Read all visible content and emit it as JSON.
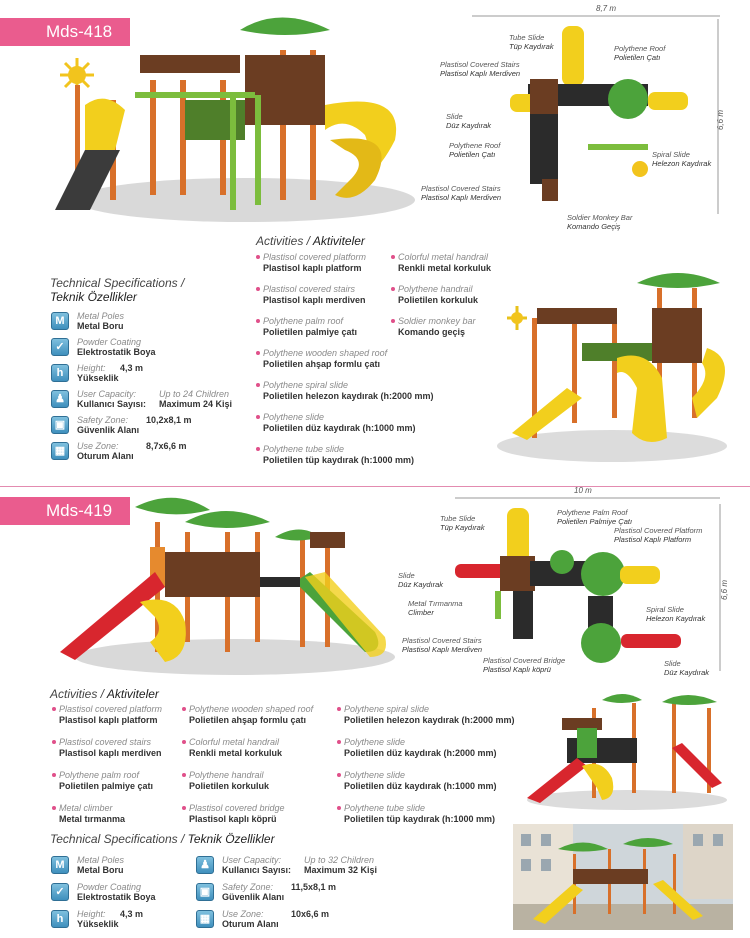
{
  "p418": {
    "model": "Mds-418",
    "plan": {
      "width": "8,7 m",
      "depth": "6,6 m",
      "labels": [
        {
          "en": "Tube Slide",
          "tr": "Tüp Kaydırak"
        },
        {
          "en": "Plastisol Covered Stairs",
          "tr": "Plastisol Kaplı Merdiven"
        },
        {
          "en": "Polythene Roof",
          "tr": "Polietilen Çatı"
        },
        {
          "en": "Slide",
          "tr": "Düz Kaydırak"
        },
        {
          "en": "Polythene Roof",
          "tr": "Polietilen  Çatı"
        },
        {
          "en": "Spiral Slide",
          "tr": "Helezon Kaydırak"
        },
        {
          "en": "Plastisol Covered Stairs",
          "tr": "Plastisol Kaplı Merdiven"
        },
        {
          "en": "Soldier Monkey Bar",
          "tr": "Komando Geçiş"
        }
      ]
    },
    "activities_title_en": "Activities /",
    "activities_title_tr": "Aktiviteler",
    "activities": [
      {
        "en": "Plastisol covered platform",
        "tr": "Plastisol kaplı platform"
      },
      {
        "en": "Plastisol covered stairs",
        "tr": "Plastisol kaplı merdiven"
      },
      {
        "en": "Polythene palm roof",
        "tr": "Polietilen palmiye çatı"
      },
      {
        "en": "Polythene wooden shaped roof",
        "tr": "Polietilen ahşap formlu çatı"
      },
      {
        "en": "Polythene spiral slide",
        "tr": "Polietilen helezon kaydırak (h:2000 mm)"
      },
      {
        "en": "Polythene slide",
        "tr": "Polietilen düz kaydırak (h:1000 mm)"
      },
      {
        "en": "Polythene tube slide",
        "tr": "Polietilen tüp kaydırak (h:1000 mm)"
      },
      {
        "en": "Colorful metal handrail",
        "tr": "Renkli metal korkuluk"
      },
      {
        "en": "Polythene handrail",
        "tr": "Polietilen korkuluk"
      },
      {
        "en": "Soldier monkey bar",
        "tr": "Komando geçiş"
      }
    ],
    "specs_title_en": "Technical Specifications /",
    "specs_title_tr": "Teknik Özellikler",
    "specs": [
      {
        "icon": "metal-pole-icon",
        "glyph": "M",
        "en": "Metal Poles",
        "tr": "Metal Boru",
        "value_en": "",
        "value_tr": ""
      },
      {
        "icon": "paint-brush-icon",
        "glyph": "✓",
        "en": "Powder Coating",
        "tr": "Elektrostatik Boya",
        "value_en": "",
        "value_tr": ""
      },
      {
        "icon": "height-icon",
        "glyph": "h",
        "en": "Height:",
        "tr": "Yükseklik",
        "value_en": "4,3 m",
        "value_tr": ""
      },
      {
        "icon": "users-icon",
        "glyph": "♟",
        "en": "User Capacity:",
        "tr": "Kullanıcı Sayısı:",
        "value_en": "Up to 24 Children",
        "value_tr": "Maximum 24 Kişi"
      },
      {
        "icon": "safety-zone-icon",
        "glyph": "▣",
        "en": "Safety Zone:",
        "tr": "Güvenlik Alanı",
        "value_en": "10,2x8,1 m",
        "value_tr": ""
      },
      {
        "icon": "use-zone-icon",
        "glyph": "▦",
        "en": "Use Zone:",
        "tr": "Oturum Alanı",
        "value_en": "8,7x6,6 m",
        "value_tr": ""
      }
    ]
  },
  "p419": {
    "model": "Mds-419",
    "plan": {
      "width": "10 m",
      "depth": "6,6 m",
      "labels": [
        {
          "en": "Tube Slide",
          "tr": "Tüp Kaydırak"
        },
        {
          "en": "Polythene Palm Roof",
          "tr": "Polietilen Palmiye Çatı"
        },
        {
          "en": "Plastisol Covered Platform",
          "tr": "Plastisol Kaplı Platform"
        },
        {
          "en": "Slide",
          "tr": "Düz Kaydırak"
        },
        {
          "en": "Metal Tırmanma",
          "tr": "Climber"
        },
        {
          "en": "Spiral Slide",
          "tr": "Helezon Kaydırak"
        },
        {
          "en": "Plastisol Covered Stairs",
          "tr": "Plastisol Kaplı Merdiven"
        },
        {
          "en": "Plastisol Covered Bridge",
          "tr": "Plastisol Kaplı köprü"
        },
        {
          "en": "Slide",
          "tr": "Düz Kaydırak"
        }
      ]
    },
    "activities_title_en": "Activities /",
    "activities_title_tr": "Aktiviteler",
    "activities": [
      {
        "en": "Plastisol covered platform",
        "tr": "Plastisol kaplı platform"
      },
      {
        "en": "Plastisol covered stairs",
        "tr": "Plastisol kaplı merdiven"
      },
      {
        "en": "Polythene palm roof",
        "tr": "Polietilen palmiye çatı"
      },
      {
        "en": "Metal climber",
        "tr": "Metal tırmanma"
      },
      {
        "en": "Polythene wooden shaped roof",
        "tr": "Polietilen ahşap formlu çatı"
      },
      {
        "en": "Colorful metal handrail",
        "tr": "Renkli metal korkuluk"
      },
      {
        "en": "Polythene handrail",
        "tr": "Polietilen korkuluk"
      },
      {
        "en": "Plastisol covered bridge",
        "tr": "Plastisol kaplı köprü"
      },
      {
        "en": "Polythene spiral slide",
        "tr": "Polietilen helezon kaydırak (h:2000 mm)"
      },
      {
        "en": "Polythene slide",
        "tr": "Polietilen düz kaydırak (h:2000 mm)"
      },
      {
        "en": "Polythene  slide",
        "tr": "Polietilen düz kaydırak (h:1000 mm)"
      },
      {
        "en": "Polythene tube slide",
        "tr": "Polietilen tüp kaydırak (h:1000 mm)"
      }
    ],
    "specs_title_en": "Technical Specifications /",
    "specs_title_tr": "Teknik Özellikler",
    "specs": [
      {
        "icon": "metal-pole-icon",
        "glyph": "M",
        "en": "Metal Poles",
        "tr": "Metal Boru",
        "value_en": "",
        "value_tr": ""
      },
      {
        "icon": "paint-brush-icon",
        "glyph": "✓",
        "en": "Powder Coating",
        "tr": "Elektrostatik Boya",
        "value_en": "",
        "value_tr": ""
      },
      {
        "icon": "height-icon",
        "glyph": "h",
        "en": "Height:",
        "tr": "Yükseklik",
        "value_en": "4,3 m",
        "value_tr": ""
      },
      {
        "icon": "users-icon",
        "glyph": "♟",
        "en": "User Capacity:",
        "tr": "Kullanıcı Sayısı:",
        "value_en": "Up to 32 Children",
        "value_tr": "Maximum 32 Kişi"
      },
      {
        "icon": "safety-zone-icon",
        "glyph": "▣",
        "en": "Safety Zone:",
        "tr": "Güvenlik Alanı",
        "value_en": "11,5x8,1 m",
        "value_tr": ""
      },
      {
        "icon": "use-zone-icon",
        "glyph": "▦",
        "en": "Use Zone:",
        "tr": "Oturum Alanı",
        "value_en": "10x6,6 m",
        "value_tr": ""
      }
    ]
  },
  "colors": {
    "accent": "#ea5c8e",
    "slide_yellow": "#f2cf1d",
    "slide_red": "#d8262e",
    "roof_green": "#4ca33b",
    "wood_brown": "#6b3d22",
    "pole_orange": "#d8702a"
  }
}
